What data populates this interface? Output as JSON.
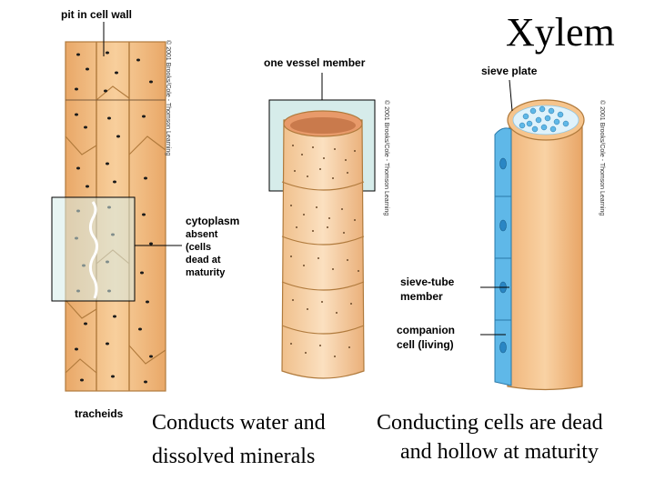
{
  "title": "Xylem",
  "labels": {
    "pit_in_cell_wall": "pit in cell wall",
    "one_vessel_member": "one vessel member",
    "sieve_plate": "sieve plate",
    "cytoplasm": "cytoplasm",
    "cytoplasm_note": "absent\n(cells\ndead at\nmaturity",
    "sieve_tube_member": "sieve-tube\nmember",
    "companion_cell": "companion\ncell (living)",
    "tracheids": "tracheids"
  },
  "captions": {
    "conducts_line1": "Conducts water and",
    "conducts_line2": "dissolved minerals",
    "conducting_line1": "Conducting cells are dead",
    "conducting_line2": "and hollow at maturity"
  },
  "copyright": "© 2001 Brooks/Cole - Thomson Learning",
  "colors": {
    "cell_fill": "#f5c48c",
    "cell_stroke": "#b07a3c",
    "highlight_box": "#d6ecea",
    "companion_blue": "#5fb8e8",
    "vessel_fill": "#f8d2a8"
  }
}
